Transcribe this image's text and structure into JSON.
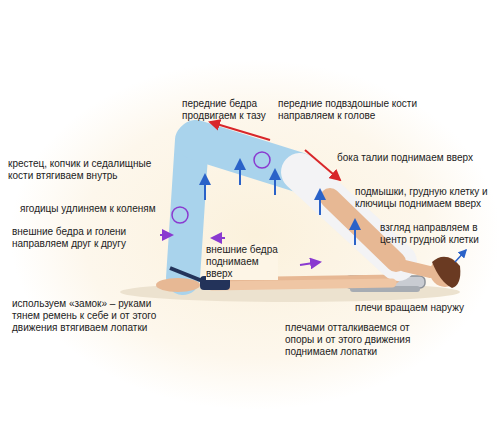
{
  "diagram": {
    "labels": [
      "передние бедра продвигаем к тазу",
      "передние подвздошные кости направляем к голове",
      "крестец, копчик и седалищные кости втягиваем внутрь",
      "бока талии поднимаем вверх",
      "ягодицы удлиняем к коленям",
      "подмышки, грудную клетку и ключицы поднимаем вверх",
      "взгляд направляем в центр грудной клетки",
      "внешние бедра и голени направляем друг к другу",
      "внешние бедра поднимаем вверх",
      "плечи вращаем наружу",
      "используем «замок» – руками тянем ремень к себе и от этого движения втягиваем лопатки",
      "плечами отталкиваемся от опоры и от этого движения поднимаем лопатки"
    ]
  }
}
